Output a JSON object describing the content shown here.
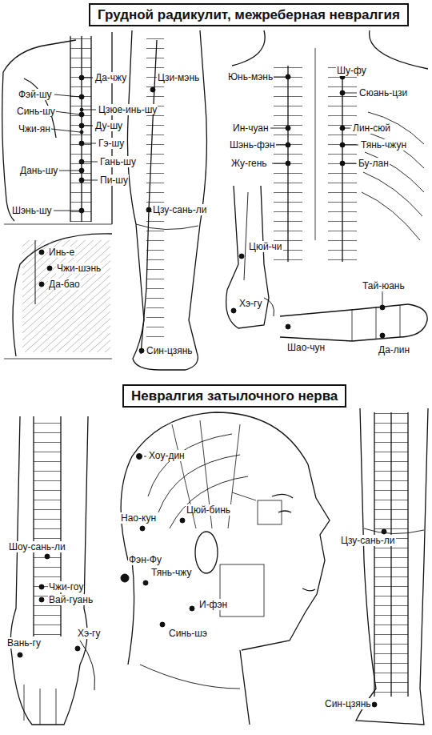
{
  "diagram": {
    "nodes": [
      {
        "text": [
          "Грудной радикулит, межреберная невралгия"
        ]
      },
      {
        "text": [
          "Невралгия затылочного нерва"
        ]
      }
    ],
    "labels": [
      "Да-чжу",
      "Фэй-шу",
      "Синь-шу",
      "Цзюе-инь-шу",
      "Ду-шу",
      "Чжи-ян",
      "Гэ-шу",
      "Гань-шу",
      "Дань-шу",
      "Пи-шу",
      "Шэнь-шу",
      "Цзи-мэнь",
      "Цзу-сань-ли",
      "Син-цзянь",
      "Юнь-мэнь",
      "Шу-фу",
      "Сюань-цзи",
      "Ин-чуан",
      "Лин-сюй",
      "Шэнь-фэн",
      "Тянь-чжун",
      "Жу-гень",
      "Бу-лан",
      "Инь-е",
      "Чжи-шэнь",
      "Да-бао",
      "Цюй-чи",
      "Хэ-гу",
      "Тай-юань",
      "Шао-чун",
      "Да-лин",
      "Хоу-дин",
      "Нао-кун",
      "Цюй-бинь",
      "Фэн-Фу",
      "Тянь-чжу",
      "И-фэн",
      "Синь-шэ",
      "Шоу-сань-ли",
      "Чжи-гоу",
      "Вай-гуань",
      "Вань-гу",
      "Хэ-гу",
      "Цзу-сань-ли",
      "Син-цзянь"
    ]
  }
}
